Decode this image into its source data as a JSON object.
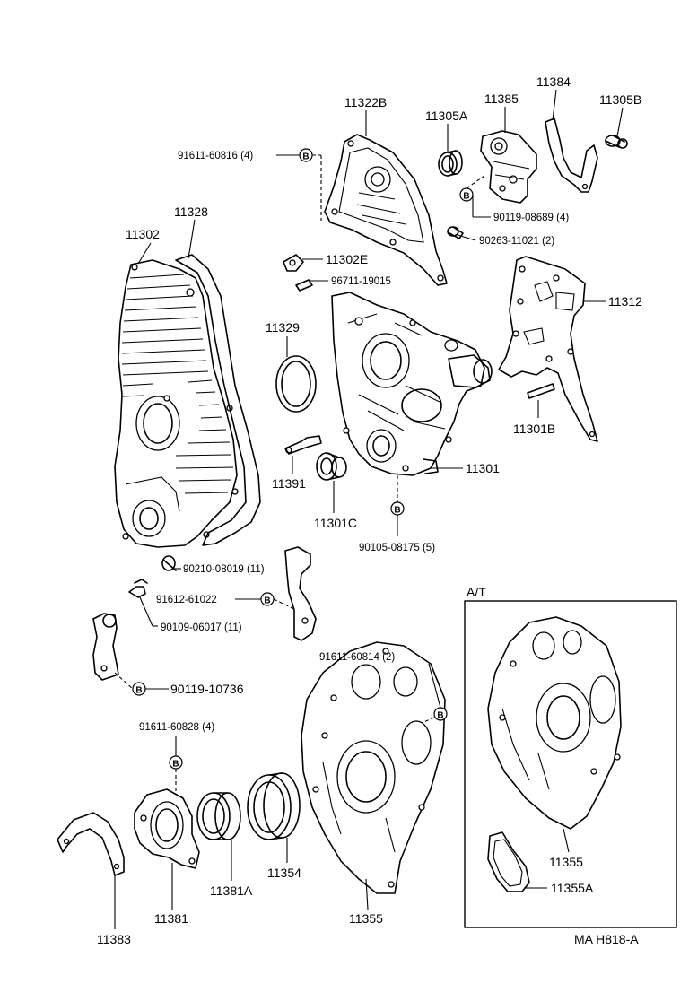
{
  "labels": {
    "p11322B": "11322B",
    "p11385": "11385",
    "p11384": "11384",
    "p11305B": "11305B",
    "p11305A": "11305A",
    "p91611_60816": "91611-60816 (4)",
    "p90119_08689": "90119-08689 (4)",
    "p90263_11021": "90263-11021 (2)",
    "p11302": "11302",
    "p11328": "11328",
    "p11302E": "11302E",
    "p96711_19015": "96711-19015",
    "p11312": "11312",
    "p11329": "11329",
    "p11301B": "11301B",
    "p11301": "11301",
    "p11391": "11391",
    "p11301C": "11301C",
    "p90105_08175": "90105-08175 (5)",
    "p90210_08019": "90210-08019 (11)",
    "p91612_61022": "91612-61022",
    "p90109_06017": "90109-06017 (11)",
    "p90119_10736": "90119-10736",
    "p91611_60814": "91611-60814 (2)",
    "p91611_60828": "91611-60828 (4)",
    "p11383": "11383",
    "p11381": "11381",
    "p11381A": "11381A",
    "p11354": "11354",
    "p11355": "11355",
    "at_title": "A/T",
    "p11355_at": "11355",
    "p11355A": "11355A",
    "drawing_code": "MA H818-A",
    "marker_b": "B"
  }
}
